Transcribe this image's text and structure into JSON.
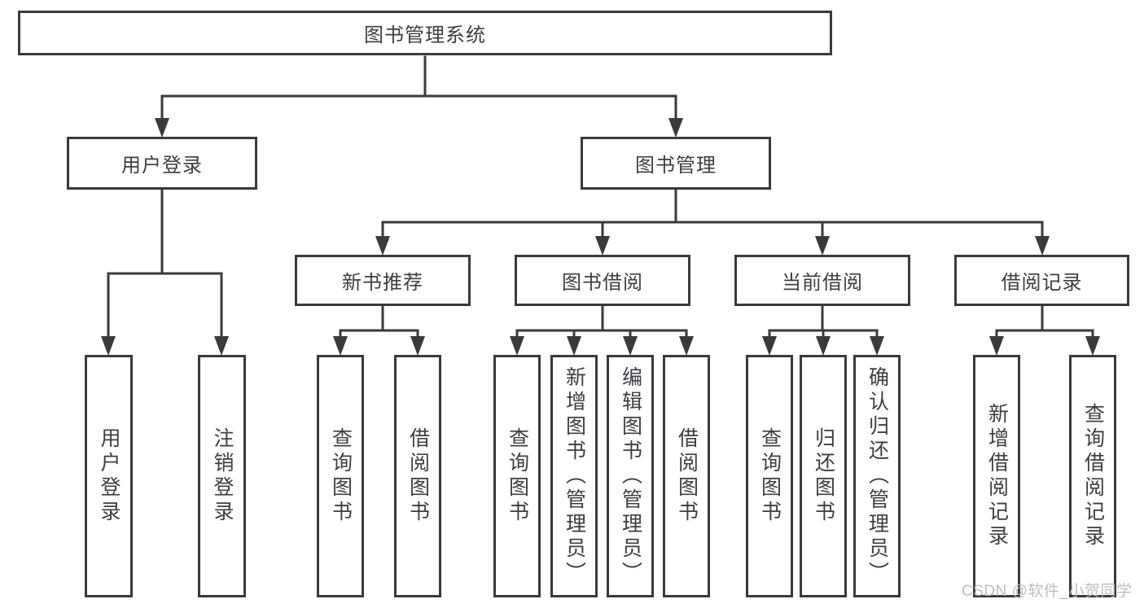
{
  "tree": {
    "root": {
      "label": "图书管理系统"
    },
    "branches": [
      {
        "label": "用户登录",
        "children": [
          {
            "label": "用户登录"
          },
          {
            "label": "注销登录"
          }
        ]
      },
      {
        "label": "图书管理",
        "children": [
          {
            "label": "新书推荐",
            "children": [
              {
                "label": "查询图书"
              },
              {
                "label": "借阅图书"
              }
            ]
          },
          {
            "label": "图书借阅",
            "children": [
              {
                "label": "查询图书"
              },
              {
                "label": "新增图书（管理员）"
              },
              {
                "label": "编辑图书（管理员）"
              },
              {
                "label": "借阅图书"
              }
            ]
          },
          {
            "label": "当前借阅",
            "children": [
              {
                "label": "查询图书"
              },
              {
                "label": "归还图书"
              },
              {
                "label": "确认归还（管理员）"
              }
            ]
          },
          {
            "label": "借阅记录",
            "children": [
              {
                "label": "新增借阅记录"
              },
              {
                "label": "查询借阅记录"
              }
            ]
          }
        ]
      }
    ]
  },
  "watermark": {
    "text": "CSDN @软件_小贺同学"
  },
  "colors": {
    "line": "#3a3a3c",
    "text": "#3d3d44",
    "background": "#ffffff",
    "watermark": "#bababa"
  }
}
